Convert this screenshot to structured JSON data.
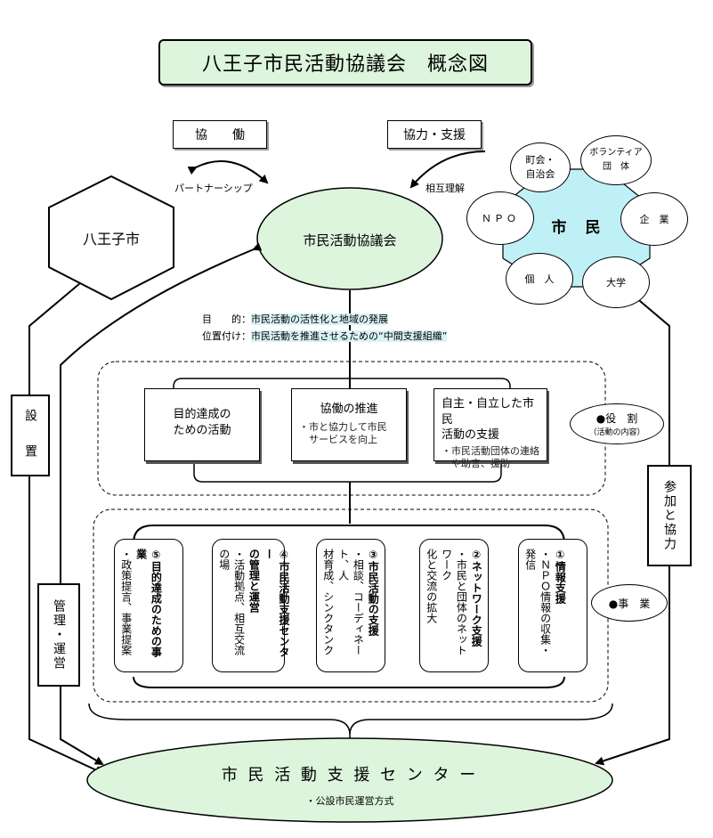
{
  "title": "八王子市民活動協議会　概念図",
  "top_labels": {
    "kyodo": "協　　働",
    "kyoryoku_shien": "協力・支援",
    "partnership": "パートナーシップ",
    "sogo_rikai": "相互理解"
  },
  "hachioji_city": "八王子市",
  "council": "市民活動協議会",
  "citizen_cluster": {
    "center": "市　民",
    "town": "町会・\n自治会",
    "volunteer": "ボランティア\n団　体",
    "npo": "ＮＰＯ",
    "company": "企　業",
    "individual": "個　人",
    "university": "大学"
  },
  "purpose": {
    "purpose_label": "目　　的：",
    "purpose_text": "市民活動の活性化と地域の発展",
    "position_label": "位置付け：",
    "position_text": "市民活動を推進させるための“中間支援組織”"
  },
  "roles": {
    "label": "●役　割",
    "sub": "（活動の内容）",
    "items": [
      {
        "title": "目的達成の\nための活動",
        "sub": ""
      },
      {
        "title": "協働の推進",
        "sub": "・市と協力して市民\n　サービスを向上"
      },
      {
        "title": "自主・自立した市民\n活動の支援",
        "sub": "・市民活動団体の連絡\n　や助言、援助"
      }
    ]
  },
  "projects": {
    "label": "●事　業",
    "items": [
      {
        "head": "⑤目的達成のための事業",
        "body": "・政策提言、事業提案"
      },
      {
        "head": "④市民活動支援センター\nの管理と運営",
        "body": "・活動拠点、相互交流の場"
      },
      {
        "head": "③市民活動の支援",
        "body": "・相談、コーディネート、人\n材育成、シンクタンク"
      },
      {
        "head": "②ネットワーク支援",
        "body": "・市民と団体のネットワーク\n化と交流の拡大"
      },
      {
        "head": "①情報支援",
        "body": "・ＮＰＯ情報の収集・発信"
      }
    ]
  },
  "side_labels": {
    "setchi": "設　置",
    "kanri": "管理・運営",
    "sanka": "参加と協力"
  },
  "support_center": {
    "name": "市 民 活 動 支 援 セ ン タ ー",
    "sub": "・公設市民運営方式"
  },
  "colors": {
    "green": "#dcf5dc",
    "cyan": "#bff0f5",
    "highlight": "#d8f3f8"
  }
}
